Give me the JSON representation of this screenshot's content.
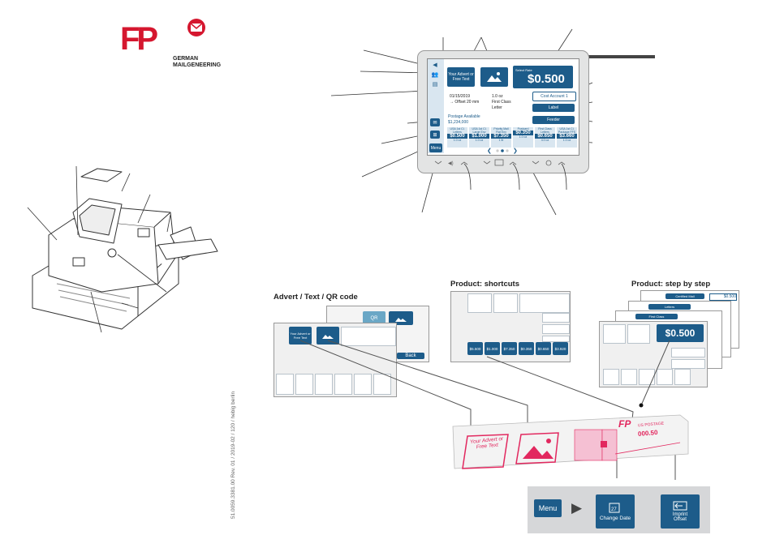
{
  "logo": {
    "letters": "FP",
    "line1": "GERMAN",
    "line2": "MAILGENEERING",
    "color": "#d5172f"
  },
  "screen": {
    "advert_label": "Your Advert or Free Text",
    "date": "01/15/2019",
    "offset": "→ Offset 20 mm",
    "available_label": "Postage Available",
    "available_value": "$1,234,000",
    "weight_label": "1.0 oz",
    "class_label": "First Class",
    "type_label": "Letter",
    "select_rate_label": "Select Rate",
    "postage": "$0.500",
    "cost_account_label": "Cost Account 1",
    "label_button": "Label",
    "feeder_button": "Feeder",
    "menu_label": "Menu",
    "shortcuts": [
      {
        "title": "USA 1st Cl. Letters",
        "value": "$0.500",
        "weight": "1.0 oz"
      },
      {
        "title": "USA 1st Cl. Large Env",
        "value": "$1.000",
        "weight": "1.0 oz"
      },
      {
        "title": "Priority Mail Flat Env",
        "value": "$7.350",
        "weight": "1 lb"
      },
      {
        "title": "Postcard",
        "value": "$0.350",
        "weight": "1.0 oz"
      },
      {
        "title": "First Class Letters",
        "value": "$0.650",
        "weight": "4.0 oz"
      },
      {
        "title": "USA 1st Cl. Package FFS",
        "value": "$3.660",
        "weight": "1.0 oz"
      }
    ]
  },
  "headings": {
    "advert": "Advert / Text / QR code",
    "shortcuts": "Product: shortcuts",
    "step": "Product: step by step"
  },
  "advert_panel": {
    "front_label": "Your Advert or Free Text",
    "qr_label": "QR",
    "back_label": "Back"
  },
  "shortcut_panel": {
    "values": [
      "$5.500",
      "$1.000",
      "$7.350",
      "$0.350",
      "$0.650",
      "$3.920"
    ]
  },
  "step_panel": {
    "layer1_label": "Certified Mail",
    "layer1_value": "$0.500",
    "layer2_label": "Letters",
    "layer3_label": "First Class",
    "postage": "$0.500"
  },
  "imprint": {
    "advert_text": "Your Advert or Free Text",
    "fp_letters": "FP",
    "postage_title": "US POSTAGE",
    "postage_value": "000.50",
    "color": "#e2285f"
  },
  "menu_bar": {
    "menu": "Menu",
    "change_date": "Change Date",
    "imprint_offset": "Imprint Offset",
    "date_num": "27"
  },
  "footer_code": "51.0059.3381.00 Rev. 01 / 2019-02 / 120 / hebig berlin"
}
